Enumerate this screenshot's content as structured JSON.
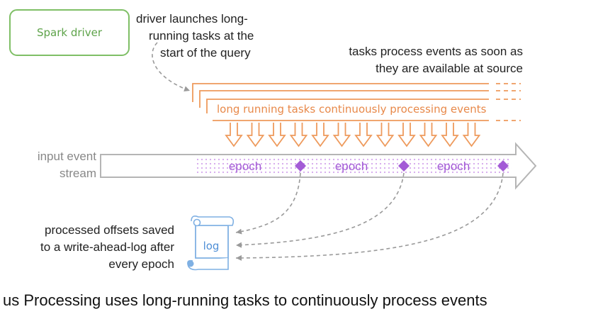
{
  "driver": {
    "label": "Spark driver",
    "note_lines": [
      "driver launches long-",
      "running tasks at the",
      "start of the query"
    ]
  },
  "tasks": {
    "note_lines": [
      "tasks process events as soon as",
      "they are available at source"
    ],
    "label": "long running tasks continuously processing events"
  },
  "stream": {
    "label_lines": [
      "input event",
      "stream"
    ],
    "epochs": [
      "epoch",
      "epoch",
      "epoch"
    ]
  },
  "log": {
    "label": "log",
    "note_lines": [
      "processed offsets saved",
      "to a write-ahead-log after",
      "every epoch"
    ]
  },
  "caption": "us Processing uses long-running tasks to continuously process events",
  "colors": {
    "driver": "#5ea34a",
    "tasks": "#e8894a",
    "epoch": "#a35bd6",
    "log": "#4f8fd6",
    "stream": "#b5b5b5",
    "connector": "#9a9a9a"
  }
}
